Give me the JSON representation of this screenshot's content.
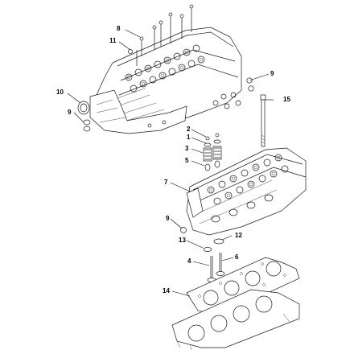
{
  "diagram": {
    "callouts": [
      {
        "id": "c8",
        "text": "8"
      },
      {
        "id": "c11",
        "text": "11"
      },
      {
        "id": "c9a",
        "text": "9"
      },
      {
        "id": "c10",
        "text": "10"
      },
      {
        "id": "c9b",
        "text": "9"
      },
      {
        "id": "c15",
        "text": "15"
      },
      {
        "id": "c2",
        "text": "2"
      },
      {
        "id": "c1",
        "text": "1"
      },
      {
        "id": "c3",
        "text": "3"
      },
      {
        "id": "c5",
        "text": "5"
      },
      {
        "id": "c7",
        "text": "7"
      },
      {
        "id": "c9c",
        "text": "9"
      },
      {
        "id": "c12",
        "text": "12"
      },
      {
        "id": "c13",
        "text": "13"
      },
      {
        "id": "c4",
        "text": "4"
      },
      {
        "id": "c6",
        "text": "6"
      },
      {
        "id": "c14",
        "text": "14"
      }
    ]
  }
}
